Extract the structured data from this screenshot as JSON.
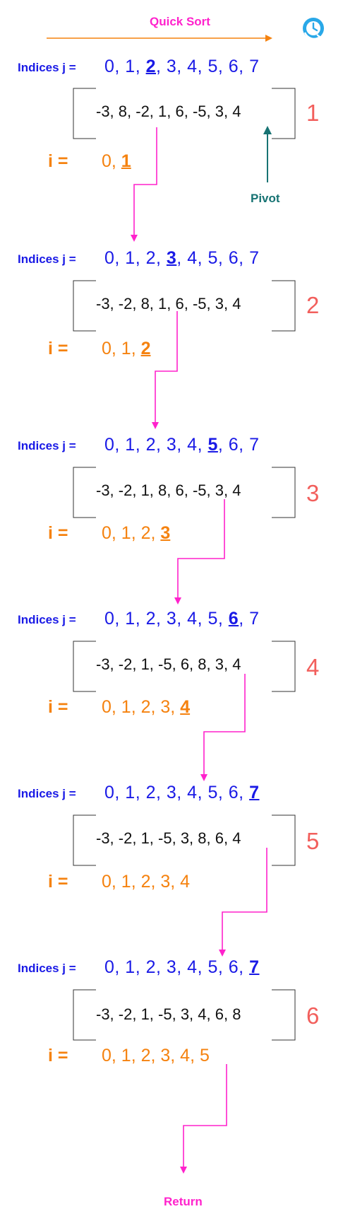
{
  "title": "Quick Sort",
  "icon": "clock-refresh-icon",
  "pivot_label": "Pivot",
  "return_label": "Return",
  "j_label": "Indices j =",
  "i_label": "i =",
  "colors": {
    "title": "#ff22cc",
    "indices": "#1a1ae6",
    "i_values": "#f5820f",
    "step_number": "#f25f5c",
    "pivot": "#177373",
    "arrows": "#ff22cc",
    "orange_arrow": "#f5820f"
  },
  "steps": [
    {
      "number": "1",
      "j_pre": "0, 1,  ",
      "j_hl": "2",
      "j_post": ", 3, 4,  5, 6, 7",
      "array": "-3, 8, -2, 1, 6, -5, 3, 4",
      "i_pre": "0, ",
      "i_hl": "1",
      "i_post": ""
    },
    {
      "number": "2",
      "j_pre": "0,  1, 2, ",
      "j_hl": "3",
      "j_post": ", 4,  5, 6, 7",
      "array": "-3, -2, 8, 1, 6, -5, 3, 4",
      "i_pre": "0,  1, ",
      "i_hl": "2",
      "i_post": ""
    },
    {
      "number": "3",
      "j_pre": "0,  1, 2, 3, 4,  ",
      "j_hl": "5",
      "j_post": ", 6, 7",
      "array": "-3, -2, 1, 8, 6, -5, 3, 4",
      "i_pre": "0,  1, 2, ",
      "i_hl": "3",
      "i_post": ""
    },
    {
      "number": "4",
      "j_pre": "0,  1, 2,  3, 4, 5, ",
      "j_hl": "6",
      "j_post": ", 7",
      "array": "-3, -2, 1, -5, 6, 8, 3, 4",
      "i_pre": "0,  1, 2,  3,  ",
      "i_hl": "4",
      "i_post": ""
    },
    {
      "number": "5",
      "j_pre": "0,  1, 2,  3, 4, 5, 6, ",
      "j_hl": "7",
      "j_post": "",
      "array": "-3, -2, 1, -5, 3, 8, 6, 4",
      "i_pre": "0,  1, 2,  3,  4",
      "i_hl": "",
      "i_post": ""
    },
    {
      "number": "6",
      "j_pre": "0,  1, 2,  3, 4, 5, 6, ",
      "j_hl": "7",
      "j_post": "",
      "array": "-3, -2, 1, -5, 3, 4, 6, 8",
      "i_pre": "0,  1, 2,  3,  4, 5",
      "i_hl": "",
      "i_post": ""
    }
  ]
}
